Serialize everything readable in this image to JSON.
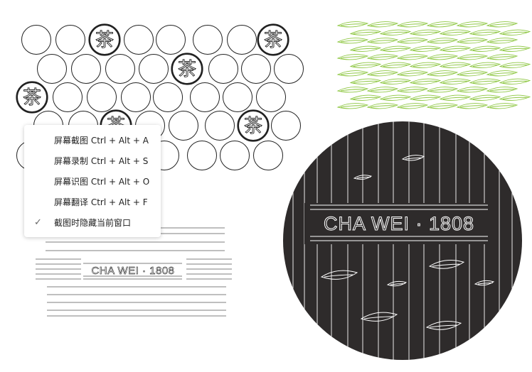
{
  "context_menu": {
    "items": [
      {
        "label": "屏幕截图 Ctrl + Alt + A",
        "checked": false
      },
      {
        "label": "屏幕录制 Ctrl + Alt + S",
        "checked": false
      },
      {
        "label": "屏幕识图 Ctrl + Alt + O",
        "checked": false
      },
      {
        "label": "屏幕翻译 Ctrl + Alt + F",
        "checked": false
      },
      {
        "label": "截图时隐藏当前窗口",
        "checked": true
      }
    ]
  },
  "artwork": {
    "line_label": "CHA WEI  ·  1808",
    "disc_label": "CHA WEI  ·  1808",
    "circle_glyph": "茶",
    "colors": {
      "leaf_green": "#8cc63f",
      "disc_fill": "#2e2b2b",
      "line_gray": "#555555"
    }
  }
}
